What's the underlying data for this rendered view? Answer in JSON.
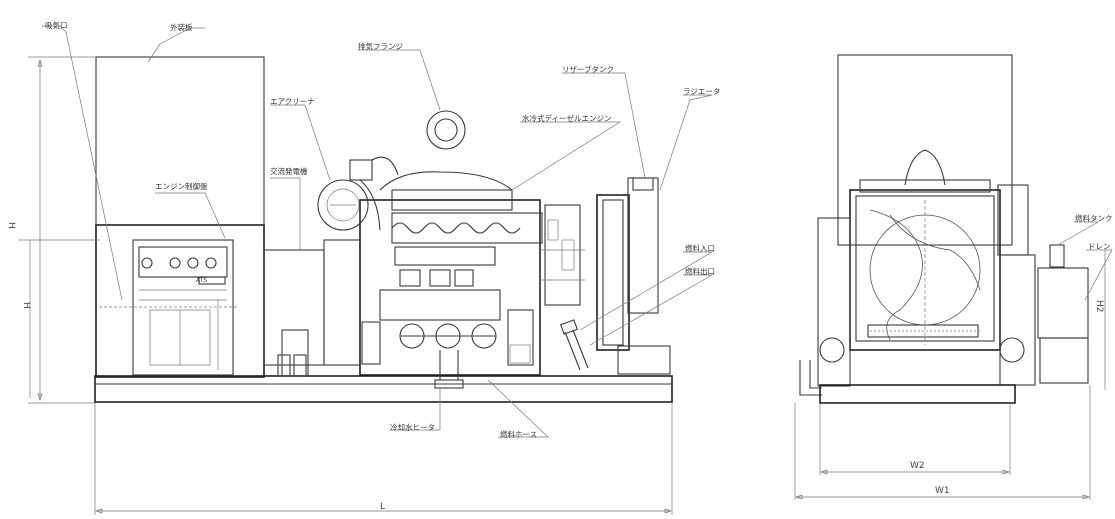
{
  "labels": {
    "air_intake": "吸気口",
    "enclosure": "外装板",
    "exhaust_flange": "排気フランジ",
    "air_cleaner": "エアクリーナ",
    "reserve_tank": "リザーブタンク",
    "radiator": "ラジエータ",
    "generator": "交流発電機",
    "diesel_engine": "水冷式ディーゼルエンジン",
    "engine_panel": "エンジン制御盤",
    "control_panel_text": "ATS",
    "fuel_inlet": "燃料入口",
    "fuel_outlet": "燃料出口",
    "cooling_heater": "冷却水ヒータ",
    "drain_cock": "燃料ホース",
    "fuel_tank_right": "燃料タンク",
    "drain_right": "ドレン"
  },
  "dimensions": {
    "height": "H",
    "length": "L",
    "width_inner": "W2",
    "width_outer": "W1",
    "h_left": "H",
    "h_right": "H2"
  }
}
